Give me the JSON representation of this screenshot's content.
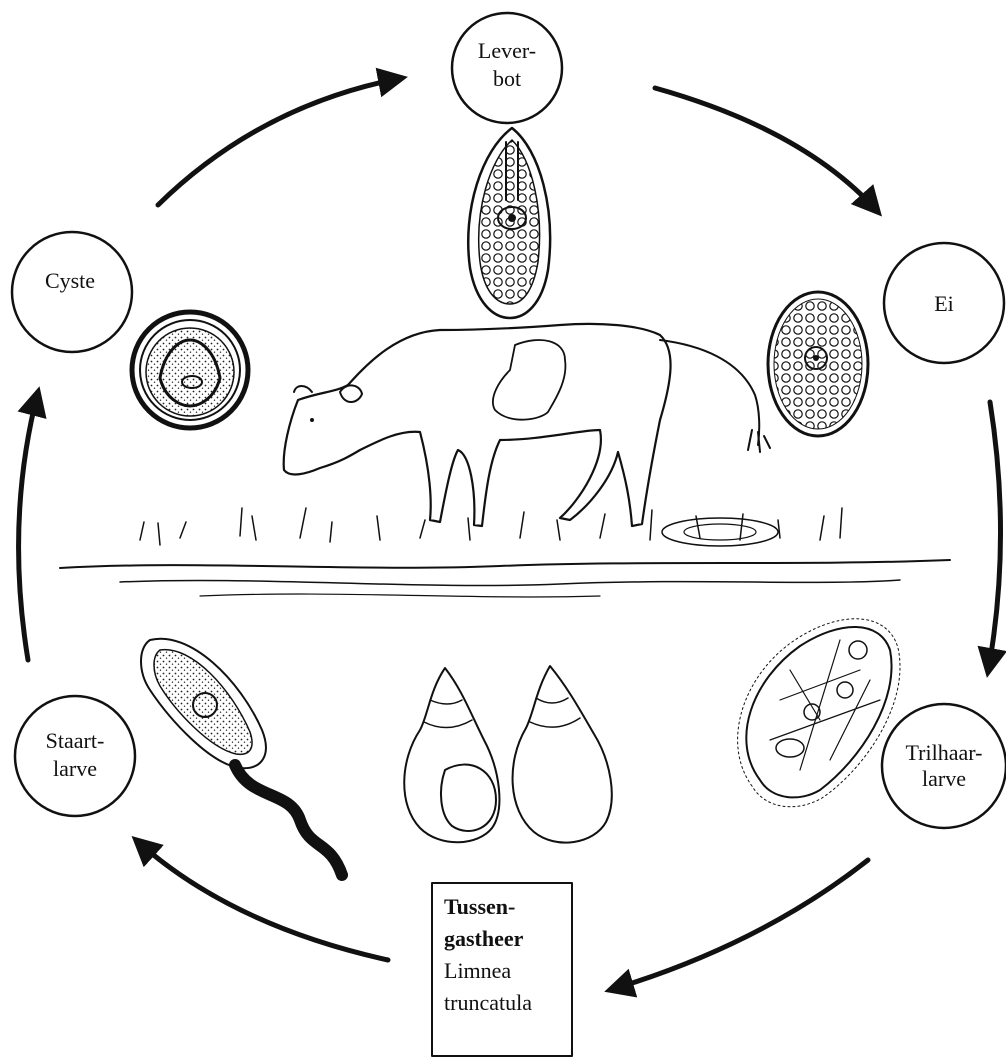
{
  "stages": {
    "leverbot": {
      "line1": "Lever-",
      "line2": "bot"
    },
    "ei": {
      "line1": "Ei"
    },
    "trilhaarlarve": {
      "line1": "Trilhaar-",
      "line2": "larve"
    },
    "staartlarve": {
      "line1": "Staart-",
      "line2": "larve"
    },
    "cyste": {
      "line1": "Cyste"
    }
  },
  "intermediate_host": {
    "line1": "Tussen-",
    "line2": "gastheer",
    "line3": "Limnea",
    "line4": "truncatula"
  }
}
